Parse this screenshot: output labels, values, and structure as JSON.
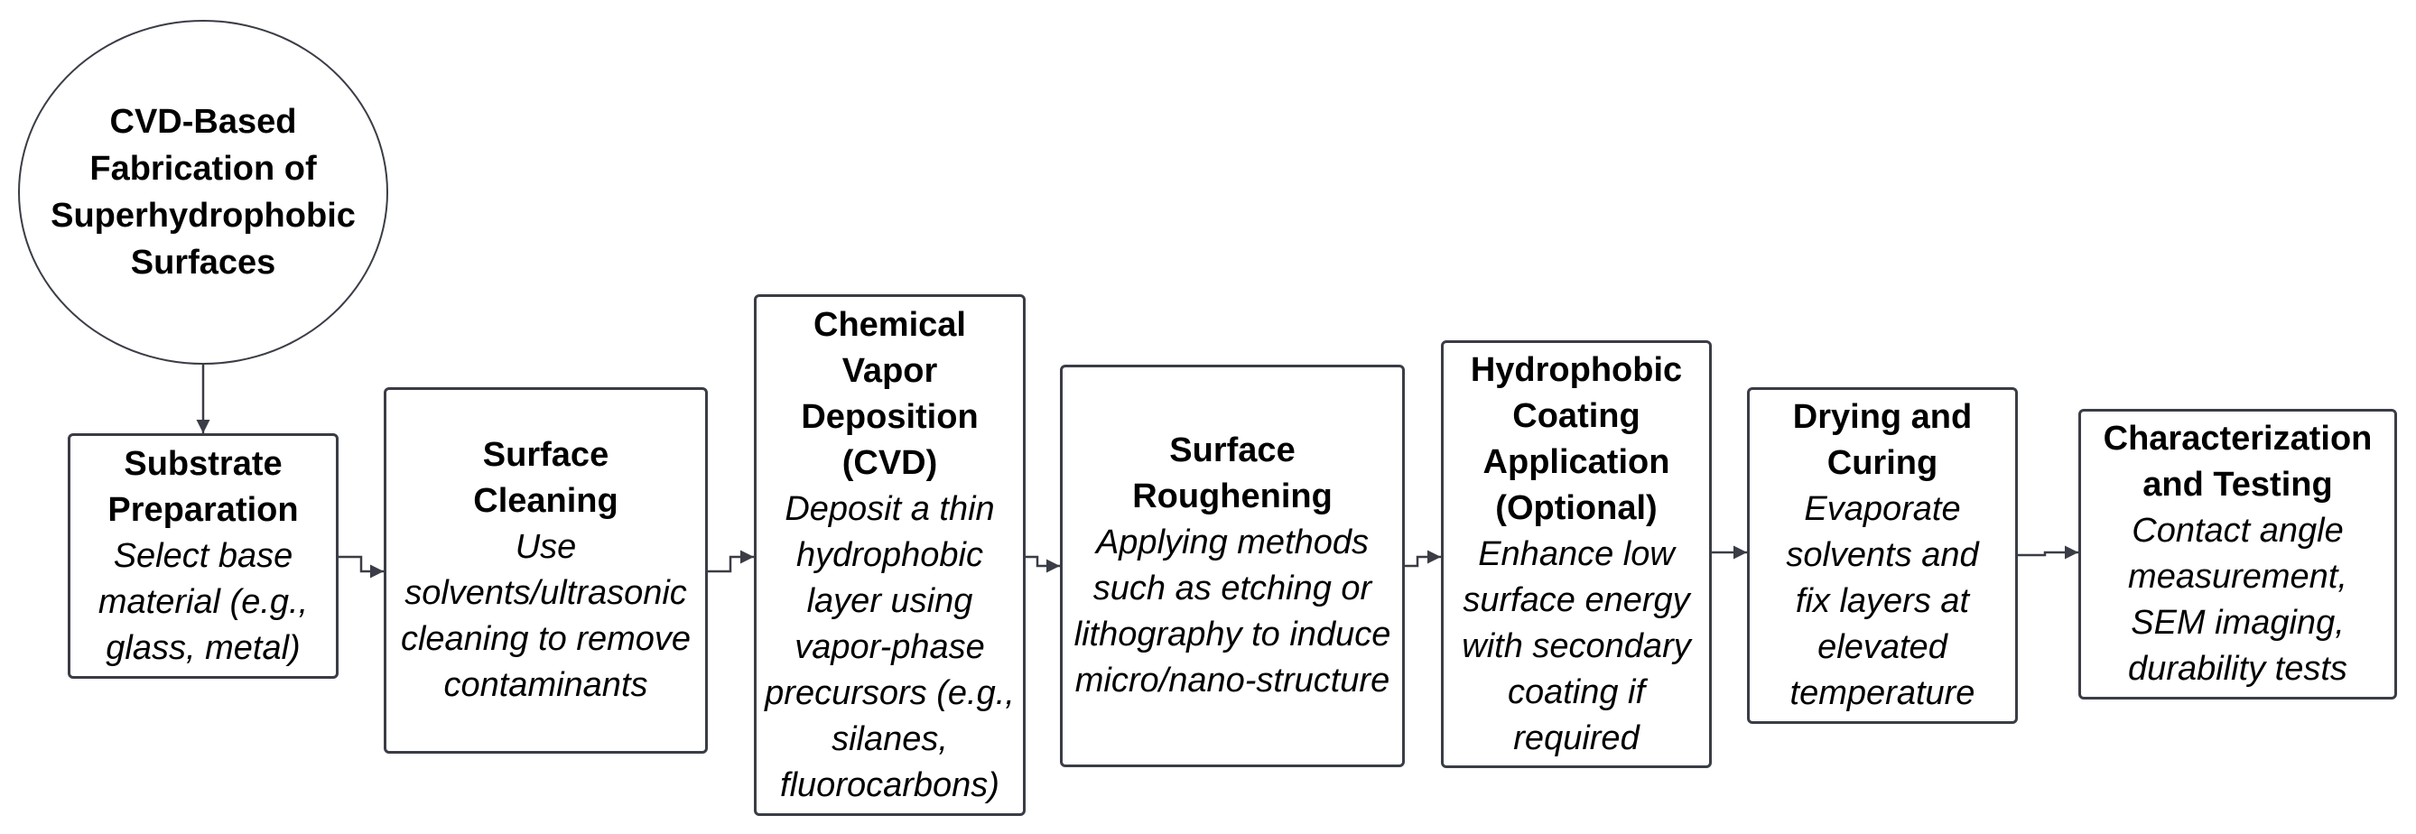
{
  "diagram": {
    "colors": {
      "stroke": "#3a3d45",
      "background": "#ffffff",
      "text": "#000000"
    },
    "start": {
      "title": "CVD-Based Fabrication of Superhydrophobic Surfaces"
    },
    "steps": [
      {
        "id": "substrate-preparation",
        "title": "Substrate Preparation",
        "description": "Select base material (e.g., glass, metal)"
      },
      {
        "id": "surface-cleaning",
        "title": "Surface Cleaning",
        "description": "Use solvents/ultrasonic cleaning to remove contaminants"
      },
      {
        "id": "chemical-vapor-deposition",
        "title": "Chemical Vapor Deposition (CVD)",
        "description": "Deposit a thin hydrophobic layer using vapor-phase precursors (e.g., silanes, fluorocarbons)"
      },
      {
        "id": "surface-roughening",
        "title": "Surface Roughening",
        "description": "Applying methods such as etching or lithography to induce micro/nano-structure"
      },
      {
        "id": "hydrophobic-coating",
        "title": "Hydrophobic Coating Application (Optional)",
        "description": "Enhance low surface energy with secondary coating if required"
      },
      {
        "id": "drying-curing",
        "title": "Drying and Curing",
        "description": "Evaporate solvents and fix layers at elevated temperature"
      },
      {
        "id": "characterization-testing",
        "title": "Characterization and Testing",
        "description": "Contact angle measurement, SEM imaging, durability tests"
      }
    ]
  }
}
